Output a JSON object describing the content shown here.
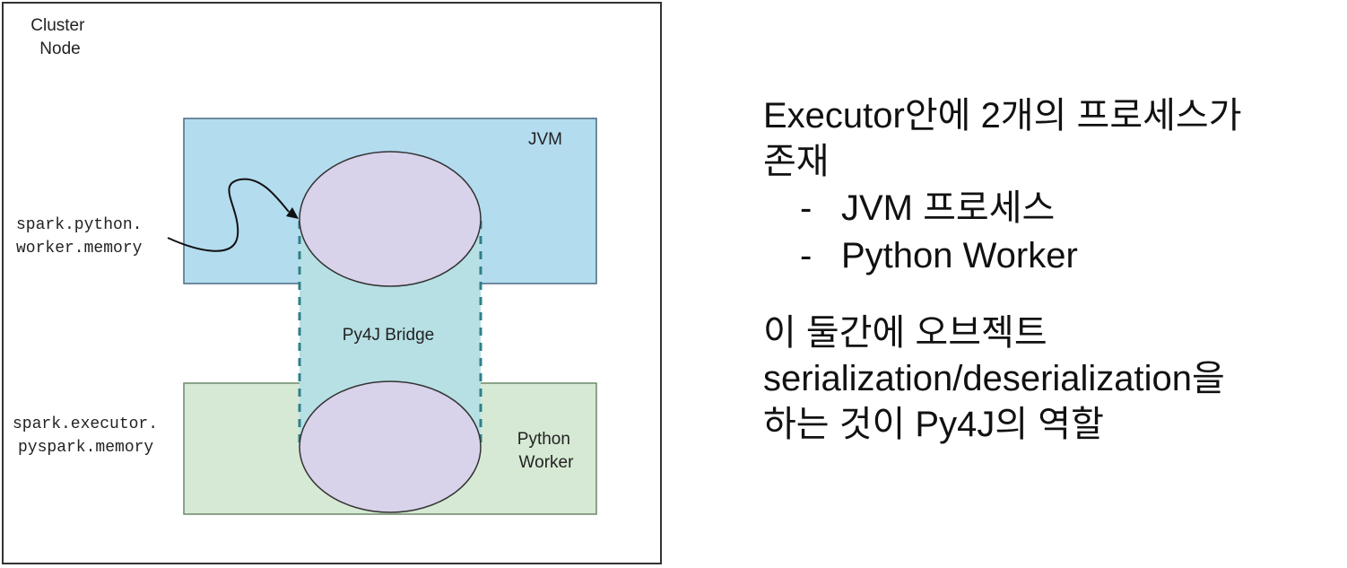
{
  "diagram": {
    "cluster_label_line1": "Cluster",
    "cluster_label_line2": "Node",
    "jvm_label": "JVM",
    "bridge_label": "Py4J Bridge",
    "worker_label_line1": "Python",
    "worker_label_line2": "Worker",
    "param_python_worker_line1": "spark.python.",
    "param_python_worker_line2": "worker.memory",
    "param_executor_line1": "spark.executor.",
    "param_executor_line2": "pyspark.memory",
    "colors": {
      "jvm_fill": "#b3dcef",
      "bridge_fill": "#b7e0e4",
      "worker_fill": "#d6e9d4",
      "ellipse_fill": "#d8d2ea",
      "outline": "#333333",
      "dashed": "#2f7f8a"
    }
  },
  "notes": {
    "line1": "Executor안에 2개의 프로세스가",
    "line2": "존재",
    "bullet_marker": "-",
    "bullets": [
      "JVM 프로세스",
      "Python Worker"
    ],
    "line3": "이 둘간에 오브젝트",
    "line4": "serialization/deserialization을",
    "line5": "하는 것이 Py4J의 역할"
  }
}
